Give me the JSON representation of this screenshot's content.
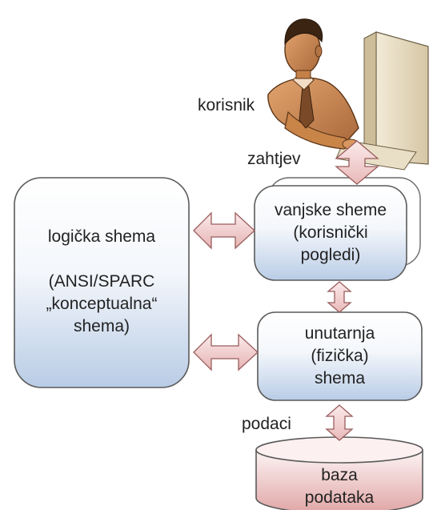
{
  "labels": {
    "user": "korisnik",
    "request": "zahtjev",
    "data": "podaci"
  },
  "logical_schema": {
    "title": "logička shema",
    "subtitle_lines": [
      "(ANSI/SPARC",
      "„konceptualna“",
      "shema)"
    ]
  },
  "external_schemas": {
    "lines": [
      "vanjske sheme",
      "(korisnički",
      "pogledi)"
    ]
  },
  "internal_schema": {
    "lines": [
      "unutarnja",
      "(fizička)",
      "shema"
    ]
  },
  "database": {
    "lines": [
      "baza",
      "podataka"
    ]
  },
  "colors": {
    "box_top": "#ffffff",
    "box_bottom": "#b7cbe6",
    "box_border": "#5a5a5a",
    "arrow_fill": "#f2d3d3",
    "arrow_stroke": "#9a5c5c",
    "db_top": "#fdf3f3",
    "db_bottom": "#e2a7a7",
    "skin": "#c98a55",
    "monitor": "#e8dcc2"
  },
  "icons": {
    "user_figure": "person-at-computer-icon"
  }
}
